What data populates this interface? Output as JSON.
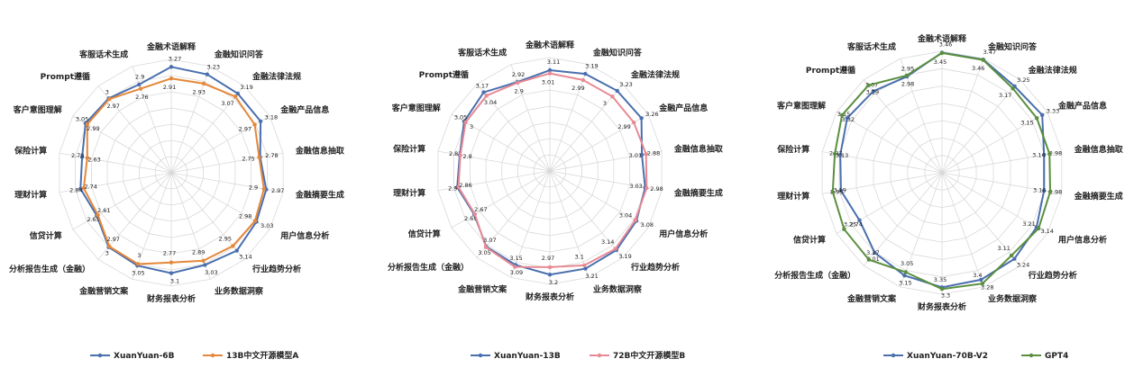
{
  "chart_data": [
    {
      "type": "radar",
      "categories": [
        "金融术语解释",
        "金融知识问答",
        "金融法律法规",
        "金融产品信息",
        "金融信息抽取",
        "金融摘要生成",
        "用户信息分析",
        "行业趋势分析",
        "业务数据洞察",
        "财务报表分析",
        "金融营销文案",
        "分析报告生成（金融）",
        "信贷计算",
        "理财计算",
        "保险计算",
        "客户意图理解",
        "Prompt遵循",
        "客服话术生成"
      ],
      "series": [
        {
          "name": "XuanYuan-6B",
          "color": "#4a6fae",
          "values": [
            3.27,
            3.23,
            3.19,
            3.18,
            2.78,
            2.97,
            3.03,
            3.14,
            3.03,
            3.1,
            3.05,
            3,
            2.65,
            2.84,
            2.79,
            3.05,
            3,
            2.9
          ]
        },
        {
          "name": "13B中文开源模型A",
          "color": "#e5883a",
          "values": [
            2.91,
            2.93,
            3.07,
            2.97,
            2.75,
            2.9,
            2.98,
            2.95,
            2.89,
            2.77,
            3,
            2.97,
            2.61,
            2.74,
            2.63,
            2.99,
            2.97,
            2.76
          ]
        }
      ],
      "ylim": [
        0,
        3.5
      ]
    },
    {
      "type": "radar",
      "categories": [
        "金融术语解释",
        "金融知识问答",
        "金融法律法规",
        "金融产品信息",
        "金融信息抽取",
        "金融摘要生成",
        "用户信息分析",
        "行业趋势分析",
        "业务数据洞察",
        "财务报表分析",
        "金融营销文案",
        "分析报告生成（金融）",
        "信贷计算",
        "理财计算",
        "保险计算",
        "客户意图理解",
        "Prompt遵循",
        "客服话术生成"
      ],
      "category_display": [
        "金融术语解释",
        "金融知识问答",
        "金融法律法规",
        "金融产品信息",
        "金融信息抽取",
        "金融摘要生成",
        "用户信息分析",
        "行业趋势分析",
        "业务数据洞察",
        "财务报表分析",
        "金融营销文案",
        "分析报告生成（金融）",
        "信贷计算",
        "理财计算",
        "保险计算",
        "客户意图理解",
        "Prompt遵循",
        "客服话术生成"
      ],
      "series": [
        {
          "name": "XuanYuan-13B",
          "color": "#4a6fae",
          "values": [
            3.11,
            3.19,
            3.23,
            3.26,
            2.88,
            2.98,
            3.08,
            3.19,
            3.21,
            3.2,
            3.09,
            3.05,
            2.69,
            2.9,
            2.82,
            3.05,
            3.17,
            2.92
          ]
        },
        {
          "name": "72B中文开源模型B",
          "color": "#e88a94",
          "values": [
            3.01,
            2.99,
            3,
            2.99,
            3.01,
            3.03,
            3.04,
            3.14,
            3.1,
            2.97,
            3.15,
            3.07,
            2.67,
            2.86,
            2.8,
            3,
            3.04,
            2.9
          ]
        }
      ],
      "ylim": [
        0,
        3.5
      ]
    },
    {
      "type": "radar",
      "categories": [
        "金融术语解释",
        "金融知识问答",
        "金融法律法规",
        "金融产品信息",
        "金融信息抽取",
        "金融摘要生成",
        "用户信息分析",
        "行业趋势分析",
        "业务数据洞察",
        "财务报表分析",
        "金融营销文案",
        "分析报告生成（金融）",
        "信贷计算",
        "理财计算",
        "保险计算",
        "客户意图理解",
        "Prompt遵循",
        "客服话术生成"
      ],
      "series": [
        {
          "name": "XuanYuan-70B-V2",
          "color": "#4a6fae",
          "values": [
            3.46,
            3.47,
            3.25,
            3.33,
            2.98,
            2.98,
            3.14,
            3.24,
            3.28,
            3.3,
            3.15,
            3.01,
            2.74,
            2.95,
            2.97,
            3.15,
            3.07,
            2.95
          ]
        },
        {
          "name": "GPT4",
          "color": "#5a8f3e",
          "values": [
            3.45,
            3.46,
            3.17,
            3.15,
            3.14,
            3.16,
            3.21,
            3.11,
            3.4,
            3.35,
            3.05,
            3.27,
            3.25,
            3.19,
            3.13,
            3.32,
            3.29,
            2.98
          ]
        }
      ],
      "ylim": [
        0,
        3.5
      ]
    }
  ]
}
